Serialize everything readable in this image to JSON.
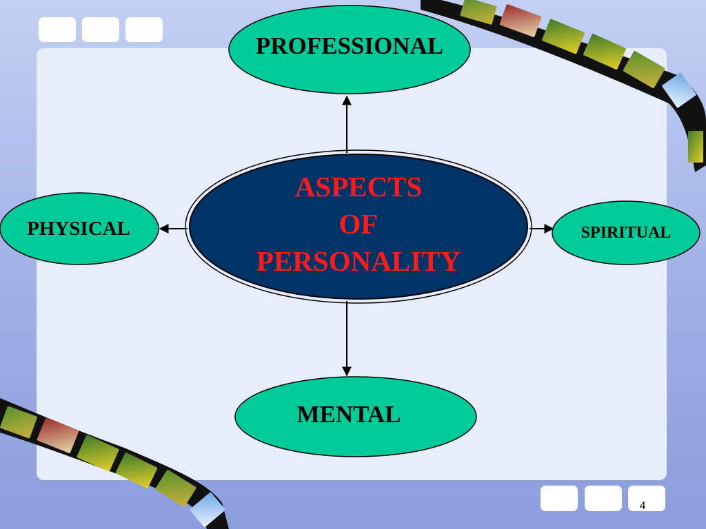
{
  "diagram": {
    "center": {
      "lines": [
        "ASPECTS",
        "OF",
        "PERSONALITY"
      ]
    },
    "nodes": {
      "professional": "PROFESSIONAL",
      "physical": "PHYSICAL",
      "spiritual": "SPIRITUAL",
      "mental": "MENTAL"
    }
  },
  "slide_number": "4",
  "colors": {
    "center_fill": "#003366",
    "center_text": "#ff1a1a",
    "node_fill": "#00cc99",
    "panel": "#e6eefb",
    "background": "#9fb0e6"
  }
}
